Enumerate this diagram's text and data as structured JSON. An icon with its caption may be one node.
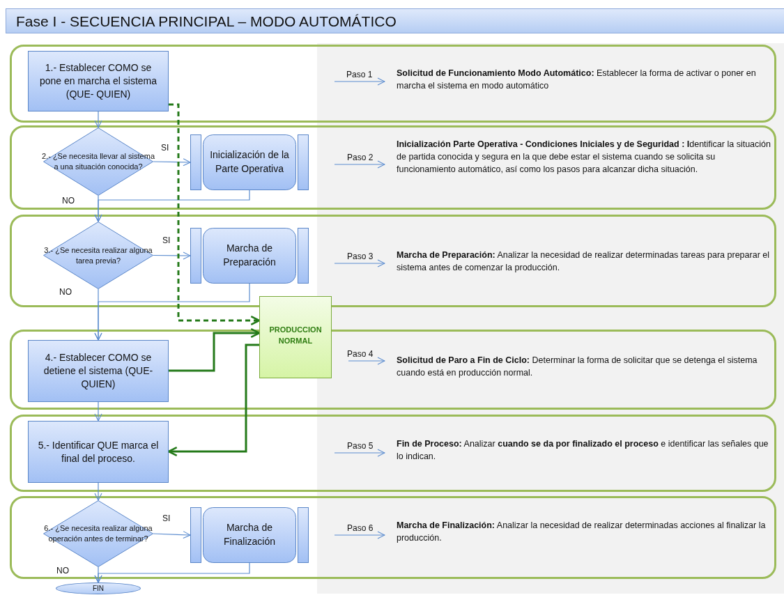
{
  "diagram": {
    "title": "Fase I - SECUENCIA PRINCIPAL – MODO AUTOMÁTICO",
    "nodes": [
      {
        "text": [],
        "shape": "box"
      },
      {
        "text": [
          "1.- Establecer COMO se pone en marcha el sistema (QUE- QUIEN)"
        ],
        "in": 0
      },
      {
        "text": [
          "**Solicitud de Funcionamiento  Modo Automático:** Establecer la forma de activar o poner en marcha el sistema en modo automático"
        ],
        "in": 0
      },
      {
        "text": [],
        "shape": "box"
      },
      {
        "text": [
          "2.- ¿Se necesita llevar al sistema a una situación conocida?"
        ],
        "in": 3
      },
      {
        "text": [
          "Inicialización de la Parte Operativa"
        ],
        "in": 3
      },
      {
        "text": [
          "**Inicialización Parte Operativa - Condiciones Iniciales y de Seguridad : I**dentificar la situación de partida conocida y segura en la que debe estar el sistema cuando se solicita su funcionamiento automático, así como los pasos para alcanzar dicha situación."
        ],
        "in": 3
      },
      {
        "text": [],
        "shape": "box"
      },
      {
        "text": [
          "3.- ¿Se necesita realizar alguna tarea previa?"
        ],
        "in": 7
      },
      {
        "text": [
          "Marcha de Preparación"
        ],
        "in": 7
      },
      {
        "text": [
          "**Marcha de Preparación:** Analizar la necesidad de realizar determinadas tareas para preparar el sistema antes de comenzar la producción."
        ],
        "in": 7
      },
      {
        "text": [
          "PRODUCCION NORMAL"
        ]
      },
      {
        "text": [],
        "shape": "box"
      },
      {
        "text": [
          "4.- Establecer COMO se detiene el sistema (QUE- QUIEN)"
        ],
        "in": 12
      },
      {
        "text": [
          "**Solicitud de Paro a Fin de Ciclo:** Determinar la forma de solicitar que se detenga el sistema cuando está en producción normal."
        ],
        "in": 12
      },
      {
        "text": [],
        "shape": "box"
      },
      {
        "text": [
          "5.- Identificar QUE marca el final del proceso."
        ],
        "in": 15
      },
      {
        "text": [
          "**Fin de Proceso:** Analizar **cuando se da por finalizado el proceso** e identificar las señales que lo indican."
        ],
        "in": 15
      },
      {
        "text": [],
        "shape": "box"
      },
      {
        "text": [
          "6.- ¿Se necesita realizar alguna operación antes de terminar?"
        ],
        "in": 18
      },
      {
        "text": [
          "Marcha de Finalización"
        ],
        "in": 18
      },
      {
        "text": [
          "**Marcha de Finalización:** Analizar la necesidad de realizar determinadas acciones al finalizar la producción."
        ],
        "in": 18
      },
      {
        "text": [
          "FIN"
        ]
      }
    ],
    "edges": [
      {
        "from": 1,
        "to": 4,
        "arrow": "to"
      },
      {
        "from": 4,
        "to": 5,
        "arrow": "to",
        "label": "SI"
      },
      {
        "from": 5,
        "to": 8,
        "arrow": "to"
      },
      {
        "from": 4,
        "to": 8,
        "arrow": "to",
        "label": "NO"
      },
      {
        "from": 8,
        "to": 9,
        "arrow": "to",
        "label": "SI"
      },
      {
        "from": 9,
        "to": 13,
        "arrow": "to"
      },
      {
        "from": 8,
        "to": 13,
        "arrow": "to",
        "label": "NO"
      },
      {
        "from": 1,
        "to": 11,
        "arrow": "to",
        "style": "dashed",
        "color": "#257a1a"
      },
      {
        "from": 13,
        "to": 11,
        "arrow": "to",
        "style": "thick",
        "color": "#257a1a"
      },
      {
        "from": 11,
        "to": 16,
        "arrow": "to",
        "style": "thick",
        "color": "#257a1a"
      },
      {
        "from": 13,
        "to": 16,
        "arrow": "to"
      },
      {
        "from": 16,
        "to": 19,
        "arrow": "to"
      },
      {
        "from": 19,
        "to": 20,
        "arrow": "to",
        "label": "SI"
      },
      {
        "from": 20,
        "to": 22,
        "arrow": "to"
      },
      {
        "from": 19,
        "to": 22,
        "arrow": "to",
        "label": "NO"
      },
      {
        "from": null,
        "to": 2,
        "arrow": "to",
        "label": "Paso 1"
      },
      {
        "from": null,
        "to": 6,
        "arrow": "to",
        "label": "Paso 2"
      },
      {
        "from": null,
        "to": 10,
        "arrow": "to",
        "label": "Paso 3"
      },
      {
        "from": null,
        "to": 14,
        "arrow": "to",
        "label": "Paso 4"
      },
      {
        "from": null,
        "to": 17,
        "arrow": "to",
        "label": "Paso 5"
      },
      {
        "from": null,
        "to": 21,
        "arrow": "to",
        "label": "Paso 6"
      }
    ]
  }
}
